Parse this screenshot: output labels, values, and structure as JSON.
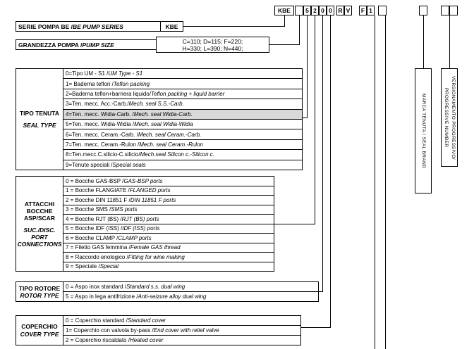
{
  "meta": {
    "bg": "#ffffff",
    "line_color": "#000000",
    "highlight": "#d9d9d9"
  },
  "code": {
    "series": "KBE",
    "size": "",
    "seal": "5",
    "ports": "2",
    "rotor": "0",
    "cover": "0",
    "fixed_r": "R",
    "fixed_v": "V",
    "fixed_f": "F",
    "fixed_1": "1",
    "seal_brand": "",
    "extra": "",
    "progressive_a": "",
    "progressive_b": ""
  },
  "sections": {
    "series": {
      "label_it": "SERIE POMPA BE / ",
      "label_en": "BE PUMP SERIES",
      "value": "KBE"
    },
    "size": {
      "label_it": "GRANDEZZA POMPA / ",
      "label_en": "PUMP SIZE",
      "values": [
        "C=110; D=115; F=220;",
        "H=330; L=390; N=440;"
      ]
    },
    "seal": {
      "label_it": "TIPO TENUTA",
      "label_en": "SEAL TYPE",
      "rows": [
        {
          "it": "0=Tipo UM - S1 / ",
          "en": "UM Type - S1",
          "highlight": false
        },
        {
          "it": "1= Baderna teflon / ",
          "en": "Teflon packing",
          "highlight": false
        },
        {
          "it": "2=Baderna teflon+barriera liquido/",
          "en": "Teflon packing + liquid barrier",
          "highlight": false
        },
        {
          "it": "3=Ten. mecc. Acc.-Carb./ ",
          "en": "Mech. seal S.S.-Carb.",
          "highlight": false
        },
        {
          "it": "4=Ten. mecc. Widia-Carb. / ",
          "en": "Mech. seal Widia-Carb.",
          "highlight": true
        },
        {
          "it": "5=Ten. mecc. Widia-Widia / ",
          "en": "Mech. seal Widia-Widia",
          "highlight": false
        },
        {
          "it": "6=Ten. mecc. Ceram.-Carb. / ",
          "en": "Mech. seal Ceram.-Carb.",
          "highlight": false
        },
        {
          "it": "7=Ten. mecc. Ceram.-Rulon / ",
          "en": "Mech. seal Ceram.-Rulon",
          "highlight": false
        },
        {
          "it": "8=Ten.mecc.C.silicio-C.silicio/",
          "en": "Mech.seal Silicon c.-Silicon c.",
          "highlight": false
        },
        {
          "it": "9=Tenute speciali / ",
          "en": "Special seals",
          "highlight": false
        }
      ]
    },
    "ports": {
      "label_it": "ATTACCHI BOCCHE ASP/SCAR",
      "label_en": "SUC./DISC. PORT CONNECTIONS",
      "rows": [
        {
          "it": "0 = Bocche GAS-BSP / ",
          "en": "GAS-BSP ports"
        },
        {
          "it": "1 = Bocche FLANGIATE / ",
          "en": "FLANGED ports"
        },
        {
          "it": "2 = Bocche DIN 11851 F / ",
          "en": "DIN 11851 F ports"
        },
        {
          "it": "3 = Bocche SMS / ",
          "en": "SMS ports"
        },
        {
          "it": "4 = Bocche RJT (BS) / ",
          "en": "RJT (BS) ports"
        },
        {
          "it": "5 = Bocche IDF (ISS) / ",
          "en": "IDF (ISS) ports"
        },
        {
          "it": "6 = Bocche CLAMP / ",
          "en": "CLAMP ports"
        },
        {
          "it": "7 = Filetto GAS femmina / ",
          "en": "Female GAS thread"
        },
        {
          "it": "8 = Raccordo enologico / ",
          "en": "Fitting for wine making"
        },
        {
          "it": "9 = Speciale / ",
          "en": "Special"
        }
      ]
    },
    "rotor": {
      "label_it": "TIPO ROTORE",
      "label_en": "ROTOR TYPE",
      "rows": [
        {
          "it": "0 = Aspo inox standard / ",
          "en": "Standard s.s. dual wing"
        },
        {
          "it": "5 = Aspo in lega antifrizione / ",
          "en": "Anti-seizure alloy dual wing"
        }
      ]
    },
    "cover": {
      "label_it": "COPERCHIO",
      "label_en": "COVER TYPE",
      "rows": [
        {
          "it": "0 = Coperchio standard / ",
          "en": "Standard cover"
        },
        {
          "it": "1= Coperchio con valvola by-pass / ",
          "en": "End cover with relief valve"
        },
        {
          "it": "2 = Coperchio riscaldato / ",
          "en": "Heated cover"
        }
      ]
    },
    "seal_brand": {
      "label": "MARCA TENUTA / SEAL BRAND"
    },
    "progressive": {
      "label": "VERSIONAMENTO PROGRESSIVO/ PROGRESSIVE NUMBER"
    }
  }
}
